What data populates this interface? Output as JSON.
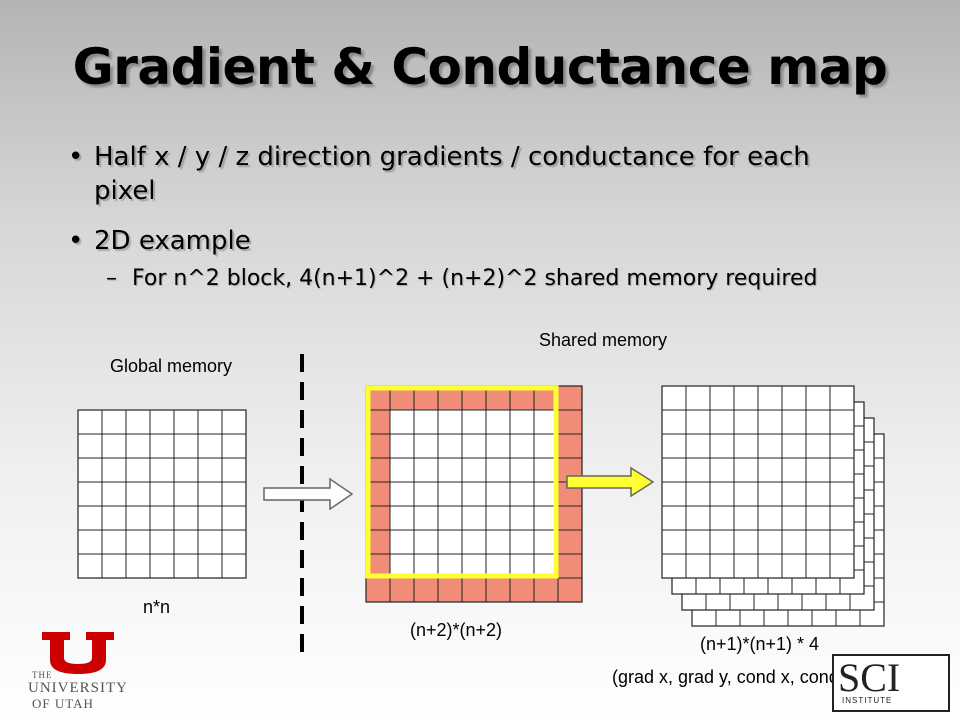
{
  "slide": {
    "title": "Gradient & Conductance map",
    "bullets": [
      {
        "text_line1": "Half x / y / z direction gradients / conductance for each",
        "text_line2": "pixel"
      },
      {
        "text": "2D example"
      }
    ],
    "sub_bullet": "For n^2 block, 4(n+1)^2 + (n+2)^2 shared memory required",
    "bullet_glyph": "•",
    "dash_glyph": "–"
  },
  "diagram": {
    "global_label": "Global memory",
    "shared_label": "Shared memory",
    "grid1_label": "n*n",
    "grid2_label": "(n+2)*(n+2)",
    "grid3_label_line1": "(n+1)*(n+1) * 4",
    "grid3_label_line2": "(grad x, grad y,  cond x, cond y)",
    "colors": {
      "halo": "#f08c78",
      "highlight": "#ffff33",
      "arrow_outline": "#666666",
      "arrow_fill_white": "#ffffff",
      "grid_line": "#222222"
    }
  },
  "logos": {
    "university_lines": [
      "THE",
      "UNIVERSITY",
      "OF UTAH"
    ],
    "university_mark": "U",
    "university_color": "#cc0000",
    "sci_text": "SCI",
    "sci_subtext": "INSTITUTE"
  }
}
